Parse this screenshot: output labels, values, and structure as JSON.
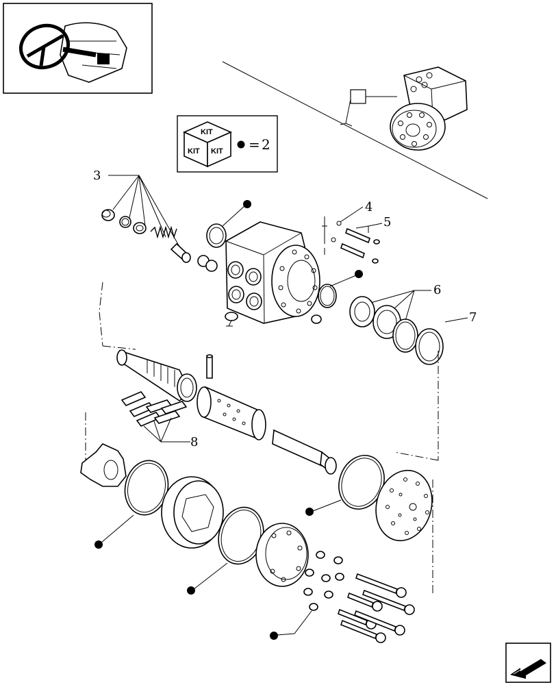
{
  "kit_legend": {
    "box_top_label": "KIT",
    "box_left_label": "KIT",
    "box_right_label": "KIT",
    "equals": "=",
    "quantity": "2"
  },
  "callouts": [
    "3",
    "4",
    "5",
    "6",
    "7",
    "8"
  ]
}
